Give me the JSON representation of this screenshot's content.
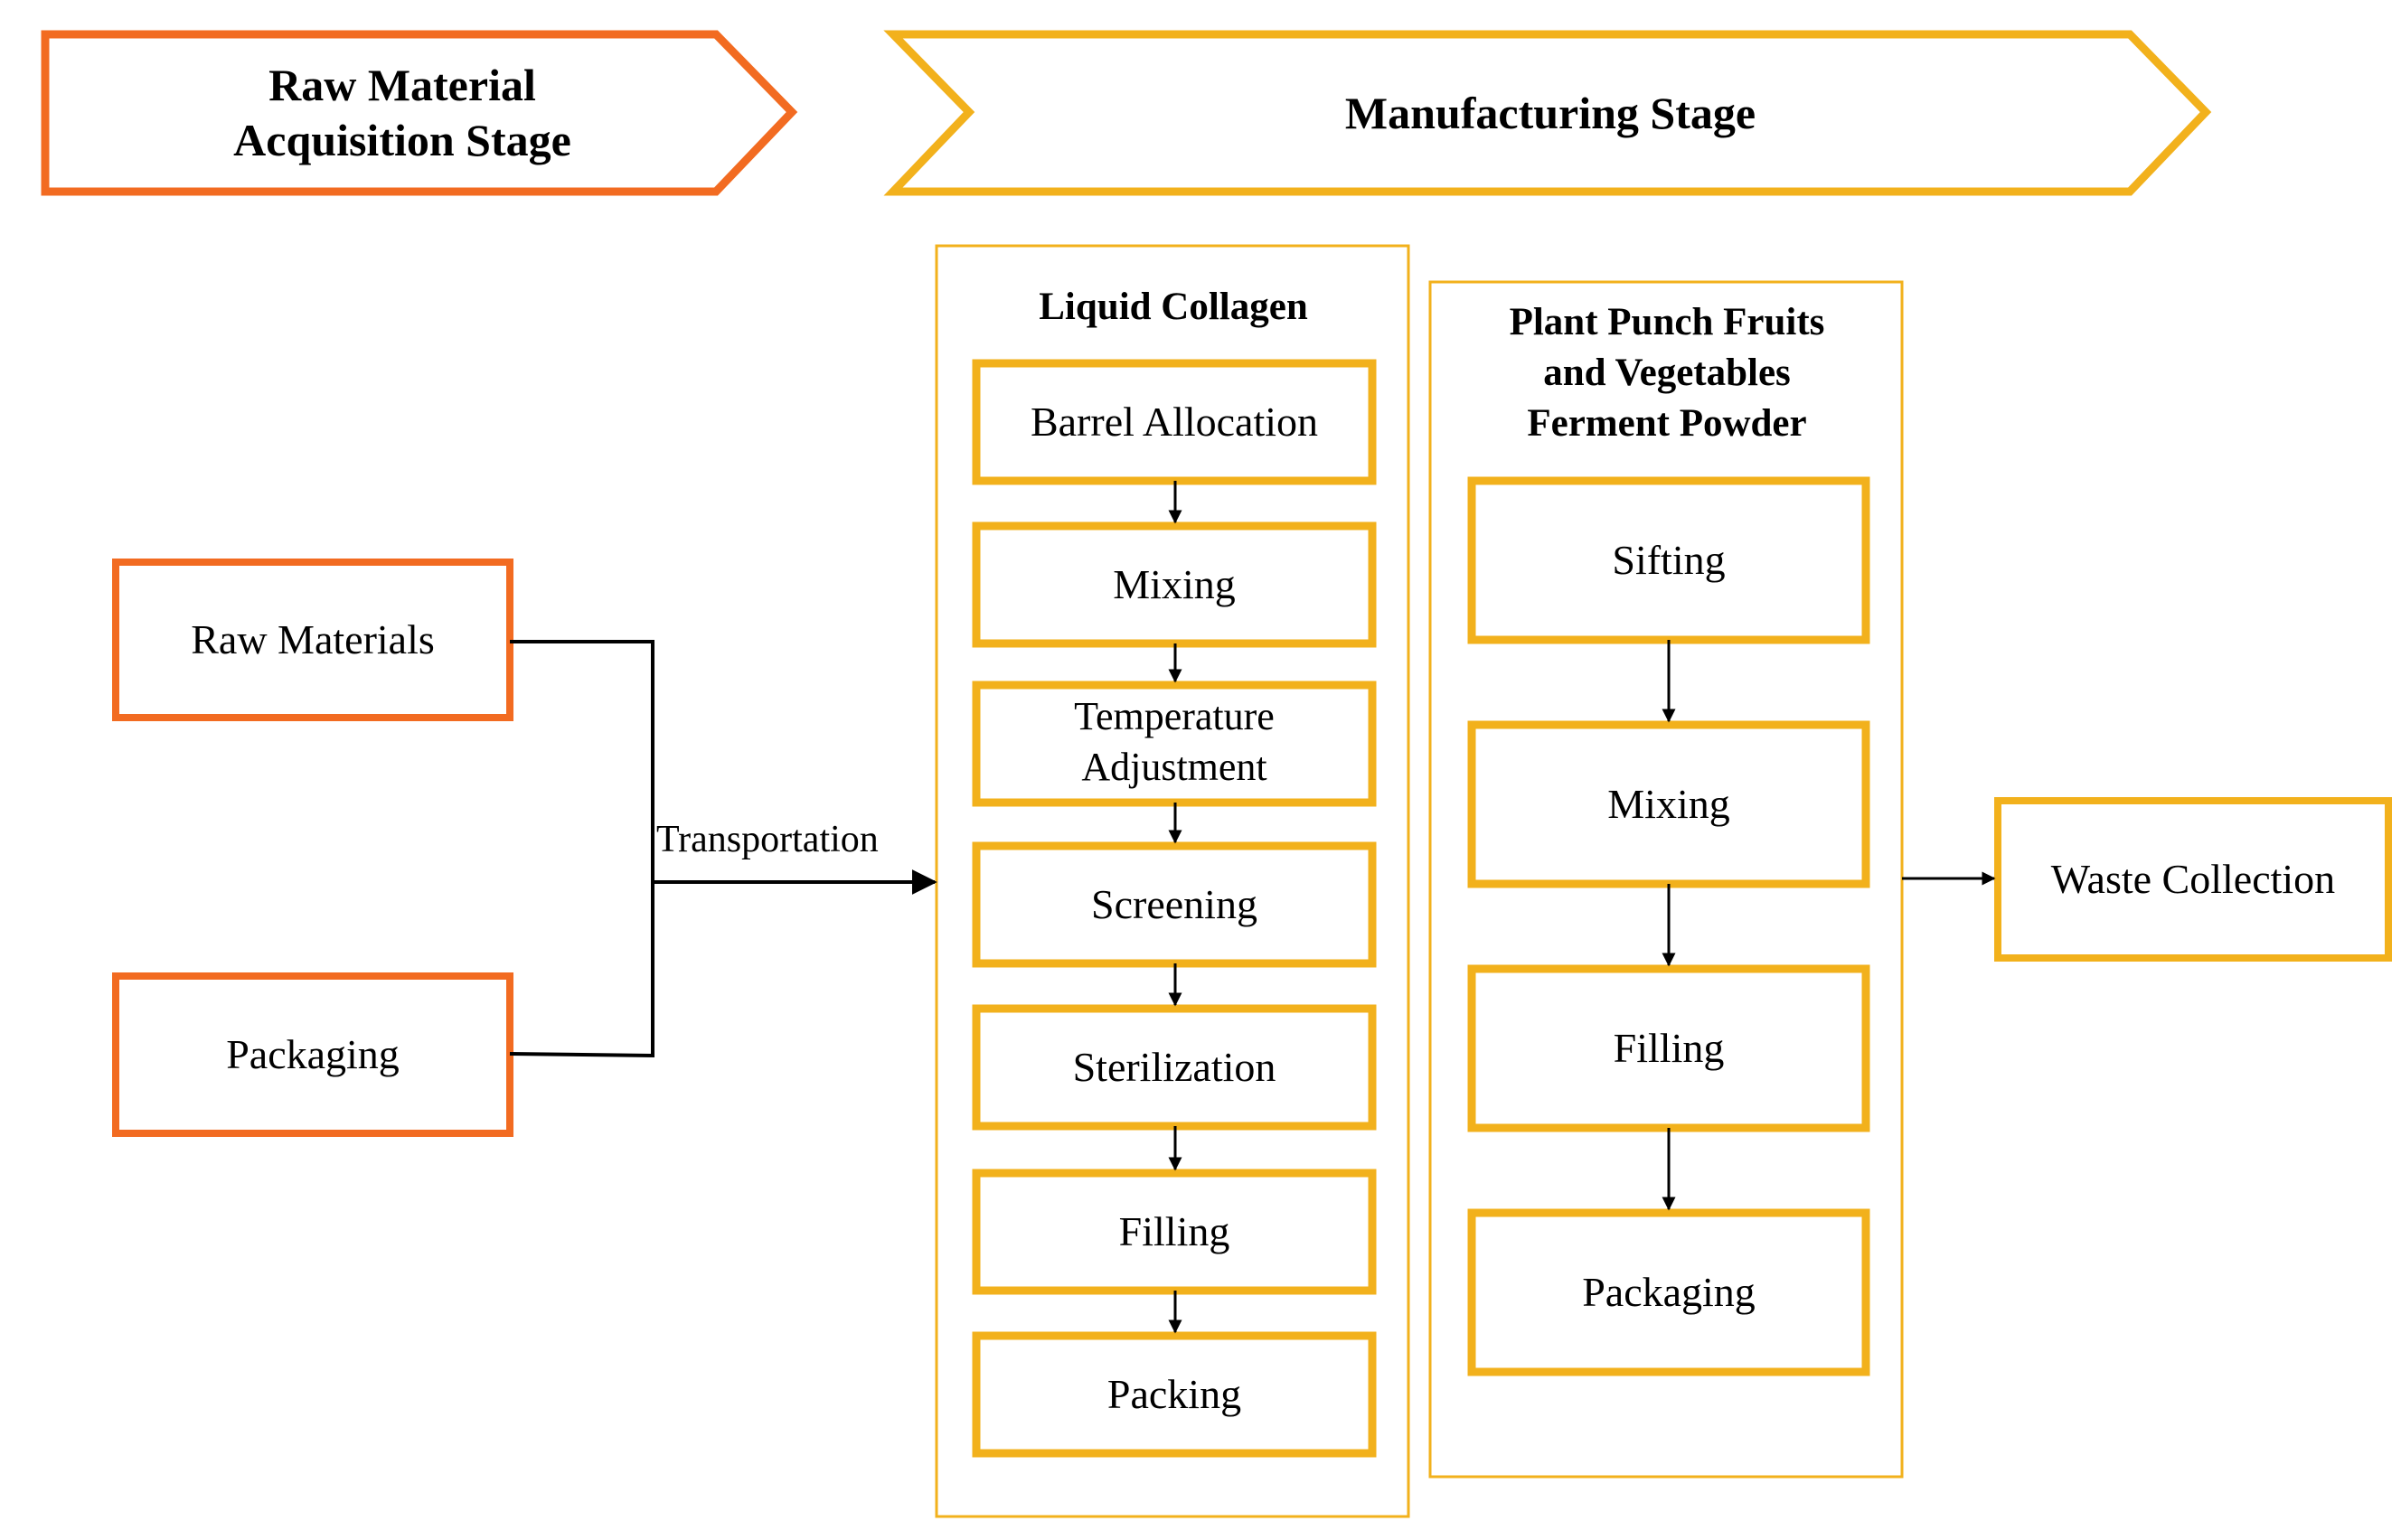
{
  "colors": {
    "raw_stage": "#F26B21",
    "manufacturing_stage": "#F2B11C",
    "group_frame": "#F2B11C",
    "connector": "#000000",
    "background": "#FFFFFF"
  },
  "stages": {
    "raw_material": "Raw Material\nAcquisition Stage",
    "manufacturing": "Manufacturing Stage"
  },
  "inputs": {
    "raw_materials": "Raw Materials",
    "packaging": "Packaging"
  },
  "transport_label": "Transportation",
  "liquid_collagen": {
    "title": "Liquid Collagen",
    "steps": [
      "Barrel Allocation",
      "Mixing",
      "Temperature\nAdjustment",
      "Screening",
      "Sterilization",
      "Filling",
      "Packing"
    ]
  },
  "plant_punch": {
    "title": "Plant Punch Fruits\nand Vegetables\nFerment Powder",
    "steps": [
      "Sifting",
      "Mixing",
      "Filling",
      "Packaging"
    ]
  },
  "waste": {
    "label": "Waste Collection"
  }
}
